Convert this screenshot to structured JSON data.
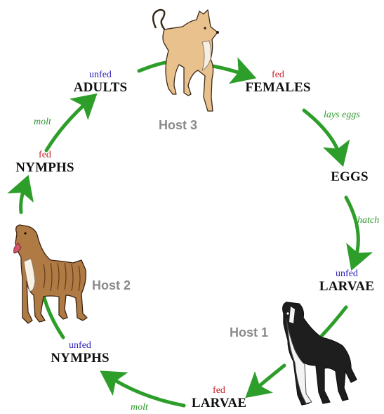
{
  "diagram": {
    "colors": {
      "arrow": "#2e9e2b",
      "fed": "#c81f26",
      "unfed": "#2a1fb8",
      "host_label": "#8a8a8a",
      "verb": "#2f9a2c"
    },
    "stages": {
      "adults": {
        "state": "unfed",
        "label": "ADULTS"
      },
      "females": {
        "state": "fed",
        "label": "FEMALES"
      },
      "eggs": {
        "label": "EGGS"
      },
      "larvae_unfed": {
        "state": "unfed",
        "label": "LARVAE"
      },
      "larvae_fed": {
        "state": "fed",
        "label": "LARVAE"
      },
      "nymphs_unfed": {
        "state": "unfed",
        "label": "NYMPHS"
      },
      "nymphs_fed": {
        "state": "fed",
        "label": "NYMPHS"
      }
    },
    "transitions": {
      "lays_eggs": "lays eggs",
      "hatch": "hatch",
      "molt_bottom": "molt",
      "molt_left": "molt"
    },
    "hosts": {
      "host1": {
        "label": "Host 1",
        "icon": "dog-collie-icon"
      },
      "host2": {
        "label": "Host 2",
        "icon": "dog-boxer-icon"
      },
      "host3": {
        "label": "Host 3",
        "icon": "dog-tan-icon"
      }
    }
  }
}
